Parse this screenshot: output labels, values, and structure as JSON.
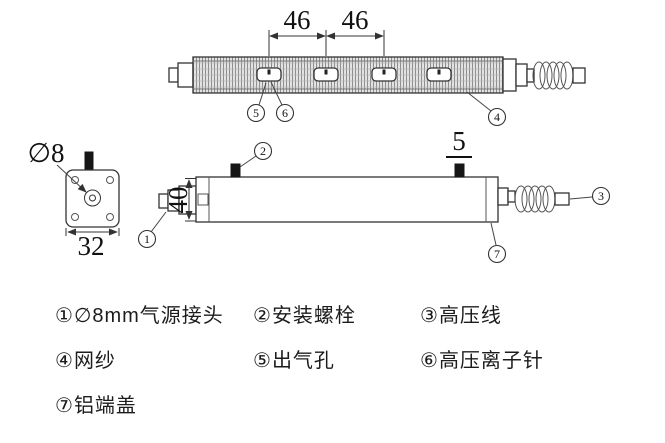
{
  "drawing": {
    "top_view": {
      "dim_left": "46",
      "dim_right": "46",
      "callout_air_hole": "5",
      "callout_needle": "6",
      "callout_mesh": "4"
    },
    "side_view": {
      "dim_height": "40",
      "dim_bolt": "5",
      "callout_air_fitting": "1",
      "callout_bolt": "2",
      "callout_hv_cable": "3",
      "callout_end_cap": "7"
    },
    "end_view": {
      "dim_diameter": "∅8",
      "dim_width": "32"
    }
  },
  "legend": {
    "items": [
      {
        "num": "①",
        "label": "∅8mm气源接头"
      },
      {
        "num": "②",
        "label": "安装螺栓"
      },
      {
        "num": "③",
        "label": "高压线"
      },
      {
        "num": "④",
        "label": "网纱"
      },
      {
        "num": "⑤",
        "label": "出气孔"
      },
      {
        "num": "⑥",
        "label": "高压离子针"
      },
      {
        "num": "⑦",
        "label": "铝端盖"
      }
    ]
  }
}
